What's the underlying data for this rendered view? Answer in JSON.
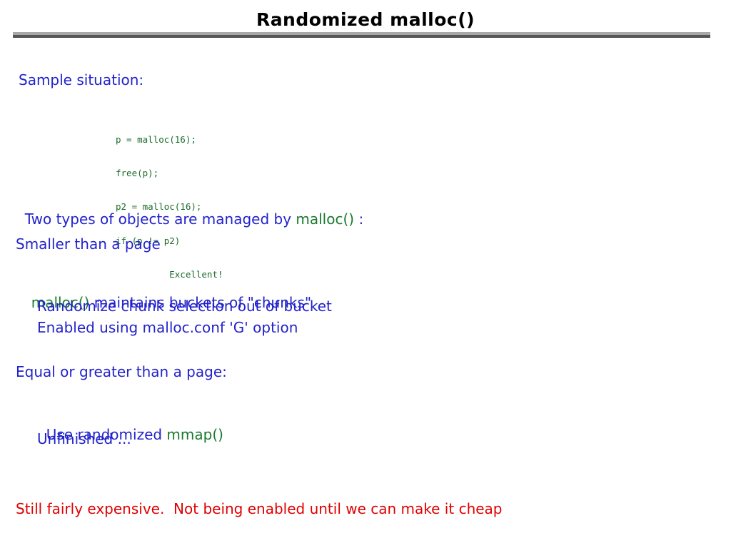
{
  "slide": {
    "title": "Randomized malloc()",
    "colors": {
      "title_text": "#000000",
      "rule_light": "#a8a8a8",
      "rule_dark": "#555555",
      "blue": "#2222cc",
      "green": "#1a7a2e",
      "code_green": "#1a6b2a",
      "red": "#e00000",
      "background": "#ffffff"
    },
    "intro": {
      "label": "Sample situation:"
    },
    "code": {
      "lines": [
        "p = malloc(16);",
        "free(p);",
        "p2 = malloc(16);",
        "if (p != p2)",
        "          Excellent!"
      ]
    },
    "managed_by": {
      "prefix": "Two types of objects are managed by ",
      "code": "malloc()",
      "suffix": " :"
    },
    "small_section": {
      "heading": "Smaller than a page",
      "bullet_code": "malloc()",
      "bullet_text": " maintains buckets of \"chunks\"",
      "sub_items": [
        "Randomize chunk selection out of bucket",
        "Enabled using malloc.conf 'G' option"
      ]
    },
    "large_section": {
      "heading": "Equal or greater than a page:",
      "items": [
        {
          "prefix": "Use randomized ",
          "code": "mmap()",
          "suffix": ""
        },
        {
          "prefix": "Unfinished ...",
          "code": "",
          "suffix": ""
        }
      ]
    },
    "footer": {
      "note": "Still fairly expensive.  Not being enabled until we can make it cheap"
    }
  }
}
